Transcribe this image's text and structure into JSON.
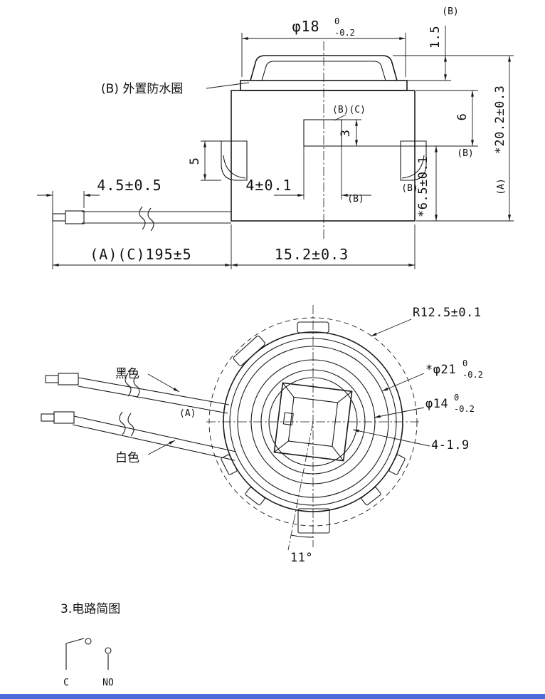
{
  "side_view": {
    "dia18": {
      "main": "φ18",
      "tol_up": "0",
      "tol_dn": "-0.2"
    },
    "dim_1_5": "1.5",
    "ref_b_top": "(B)",
    "waterproof_label": "(B) 外置防水圈",
    "ref_bc": "(B)(C)",
    "dim_3": "3",
    "dim_6": "6",
    "ref_b_6": "(B)",
    "overall_height": "*20.2±0.3",
    "ref_a_height": "(A)",
    "dim_5": "5",
    "dim_4": "4±0.1",
    "ref_b_4": "(B)",
    "dim_6_5": "*6.5±0.1",
    "ref_b_65": "(B)",
    "wire_tip": "4.5±0.5",
    "wire_length": "(A)(C)195±5",
    "body_width": "15.2±0.3"
  },
  "top_view": {
    "radius": "R12.5±0.1",
    "dia21": {
      "main": "*φ21",
      "tol_up": "0",
      "tol_dn": "-0.2"
    },
    "dia14": {
      "main": "φ14",
      "tol_up": "0",
      "tol_dn": "-0.2"
    },
    "corner_tabs": "4-1.9",
    "angle": "11°",
    "wire_black": "黑色",
    "wire_white": "白色",
    "ref_a": "(A)"
  },
  "circuit": {
    "title": "3.电路简图",
    "label_c": "C",
    "label_no": "NO"
  }
}
